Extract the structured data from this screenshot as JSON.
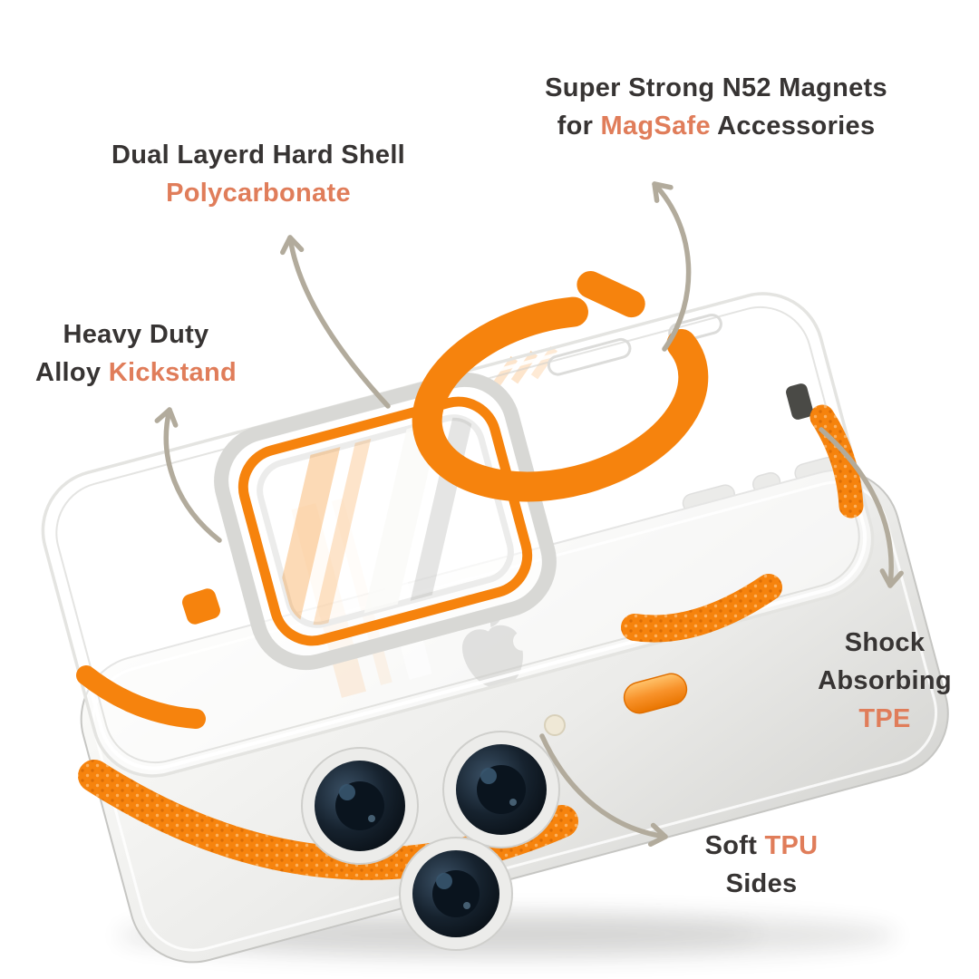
{
  "colors": {
    "background": "#FFFFFF",
    "text": "#373433",
    "highlight": "#E07D5A",
    "arrow": "#B2AB9C",
    "product_orange": "#F6830D"
  },
  "labels": {
    "magsafe": {
      "line1": "Super Strong N52 Magnets",
      "line2_pre": "for ",
      "line2_highlight": "MagSafe",
      "line2_post": " Accessories"
    },
    "hard_shell": {
      "line1": "Dual Layerd Hard Shell",
      "line2_highlight": "Polycarbonate"
    },
    "kickstand": {
      "line1": "Heavy Duty",
      "line2_pre": "Alloy ",
      "line2_highlight": "Kickstand"
    },
    "tpe": {
      "line1": "Shock",
      "line2": "Absorbing",
      "line3_highlight": "TPE"
    },
    "tpu": {
      "line1_pre": "Soft ",
      "line1_highlight": "TPU",
      "line2": "Sides"
    }
  }
}
